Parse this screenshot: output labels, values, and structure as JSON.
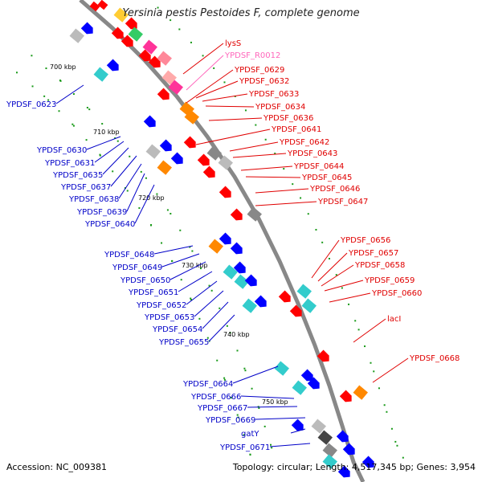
{
  "title": "Yersinia pestis Pestoides F, complete genome",
  "footer": {
    "accession": "Accession: NC_009381",
    "topology": "Topology: circular; Length: 4,517,345 bp; Genes: 3,954"
  },
  "colors": {
    "backbone": "#888888",
    "right_labels": "#e00000",
    "left_labels": "#0000c8",
    "rna_label": "#ff66bb",
    "tick_dots": "#1a9a1a"
  },
  "ticks": [
    "700 kbp",
    "710 kbp",
    "720 kbp",
    "730 kbp",
    "740 kbp",
    "750 kbp"
  ],
  "right_labels": [
    {
      "text": "lysS",
      "color": "#e00000"
    },
    {
      "text": "YPDSF_R0012",
      "color": "#ff66bb"
    },
    {
      "text": "YPDSF_0629",
      "color": "#e00000"
    },
    {
      "text": "YPDSF_0632",
      "color": "#e00000"
    },
    {
      "text": "YPDSF_0633",
      "color": "#e00000"
    },
    {
      "text": "YPDSF_0634",
      "color": "#e00000"
    },
    {
      "text": "YPDSF_0636",
      "color": "#e00000"
    },
    {
      "text": "YPDSF_0641",
      "color": "#e00000"
    },
    {
      "text": "YPDSF_0642",
      "color": "#e00000"
    },
    {
      "text": "YPDSF_0643",
      "color": "#e00000"
    },
    {
      "text": "YPDSF_0644",
      "color": "#e00000"
    },
    {
      "text": "YPDSF_0645",
      "color": "#e00000"
    },
    {
      "text": "YPDSF_0646",
      "color": "#e00000"
    },
    {
      "text": "YPDSF_0647",
      "color": "#e00000"
    },
    {
      "text": "YPDSF_0656",
      "color": "#e00000"
    },
    {
      "text": "YPDSF_0657",
      "color": "#e00000"
    },
    {
      "text": "YPDSF_0658",
      "color": "#e00000"
    },
    {
      "text": "YPDSF_0659",
      "color": "#e00000"
    },
    {
      "text": "YPDSF_0660",
      "color": "#e00000"
    },
    {
      "text": "lacI",
      "color": "#e00000"
    },
    {
      "text": "YPDSF_0668",
      "color": "#e00000"
    }
  ],
  "left_labels": [
    {
      "text": "YPDSF_0623"
    },
    {
      "text": "YPDSF_0630"
    },
    {
      "text": "YPDSF_0631"
    },
    {
      "text": "YPDSF_0635"
    },
    {
      "text": "YPDSF_0637"
    },
    {
      "text": "YPDSF_0638"
    },
    {
      "text": "YPDSF_0639"
    },
    {
      "text": "YPDSF_0640"
    },
    {
      "text": "YPDSF_0648"
    },
    {
      "text": "YPDSF_0649"
    },
    {
      "text": "YPDSF_0650"
    },
    {
      "text": "YPDSF_0651"
    },
    {
      "text": "YPDSF_0652"
    },
    {
      "text": "YPDSF_0653"
    },
    {
      "text": "YPDSF_0654"
    },
    {
      "text": "YPDSF_0655"
    },
    {
      "text": "YPDSF_0664"
    },
    {
      "text": "YPDSF_0666"
    },
    {
      "text": "YPDSF_0667"
    },
    {
      "text": "YPDSF_0669"
    },
    {
      "text": "gatY"
    },
    {
      "text": "YPDSF_0671"
    }
  ]
}
